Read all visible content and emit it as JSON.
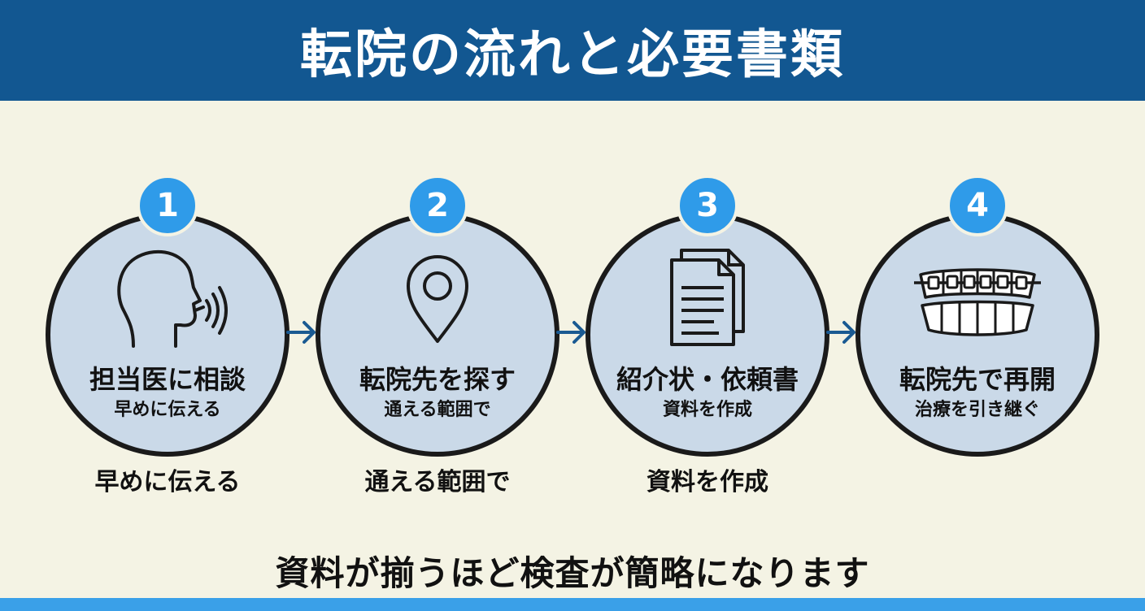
{
  "header": {
    "title": "転院の流れと必要書類"
  },
  "steps": [
    {
      "number": "1",
      "title": "担当医に相談",
      "subtitle": "早めに伝える",
      "below": "早めに伝える",
      "icon": "speaking-head-icon"
    },
    {
      "number": "2",
      "title": "転院先を探す",
      "subtitle": "通える範囲で",
      "below": "通える範囲で",
      "icon": "location-pin-icon"
    },
    {
      "number": "3",
      "title": "紹介状・依頼書",
      "subtitle": "資料を作成",
      "below": "資料を作成",
      "icon": "documents-icon"
    },
    {
      "number": "4",
      "title": "転院先で再開",
      "subtitle": "治療を引き継ぐ",
      "below": "",
      "icon": "braces-teeth-icon"
    }
  ],
  "footer": {
    "text": "資料が揃うほど検査が簡略になります"
  },
  "colors": {
    "header": "#125791",
    "badge": "#2f9be9",
    "circle": "#cad9e8",
    "background": "#f4f3e4",
    "arrow": "#1a5a92"
  }
}
